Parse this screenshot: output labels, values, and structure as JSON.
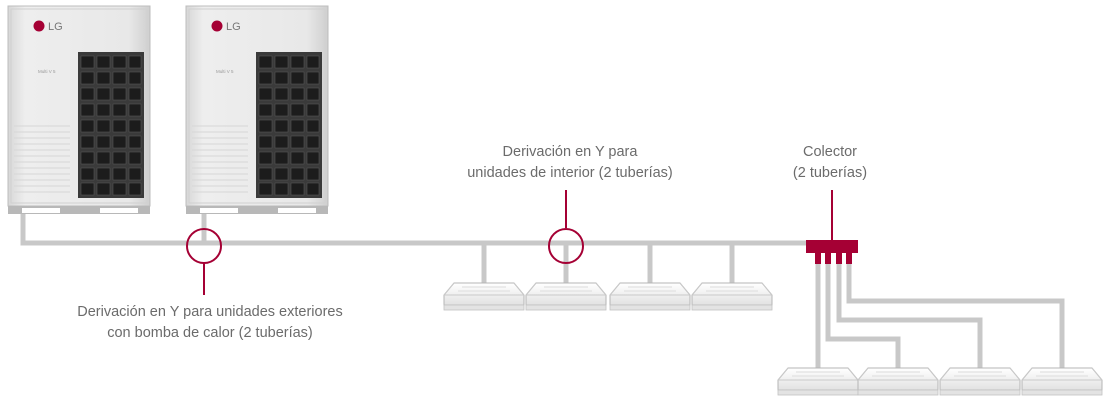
{
  "colors": {
    "pipe": "#c8c8c8",
    "accent": "#a50034",
    "label_text": "#6b6b6b",
    "unit_body": "#e4e4e4",
    "fan_grille": "#2a2a2a",
    "cassette": "#f2f2f2"
  },
  "outdoor_units": [
    {
      "brand": "LG",
      "model_badge": "Multi V 5"
    },
    {
      "brand": "LG",
      "model_badge": "Multi V 5"
    }
  ],
  "labels": {
    "indoor_y_branch": {
      "line1": "Derivación en Y para",
      "line2": "unidades de interior (2 tuberías)"
    },
    "collector": {
      "line1": "Colector",
      "line2": "(2 tuberías)"
    },
    "outdoor_y_branch": {
      "line1": "Derivación en Y para unidades exteriores",
      "line2": "con bomba de calor (2 tuberías)"
    }
  },
  "icons": {
    "outdoor_unit": "outdoor-unit-icon",
    "cassette_unit": "ceiling-cassette-icon",
    "y_branch_marker": "circle-marker-icon",
    "header": "collector-header-icon"
  }
}
